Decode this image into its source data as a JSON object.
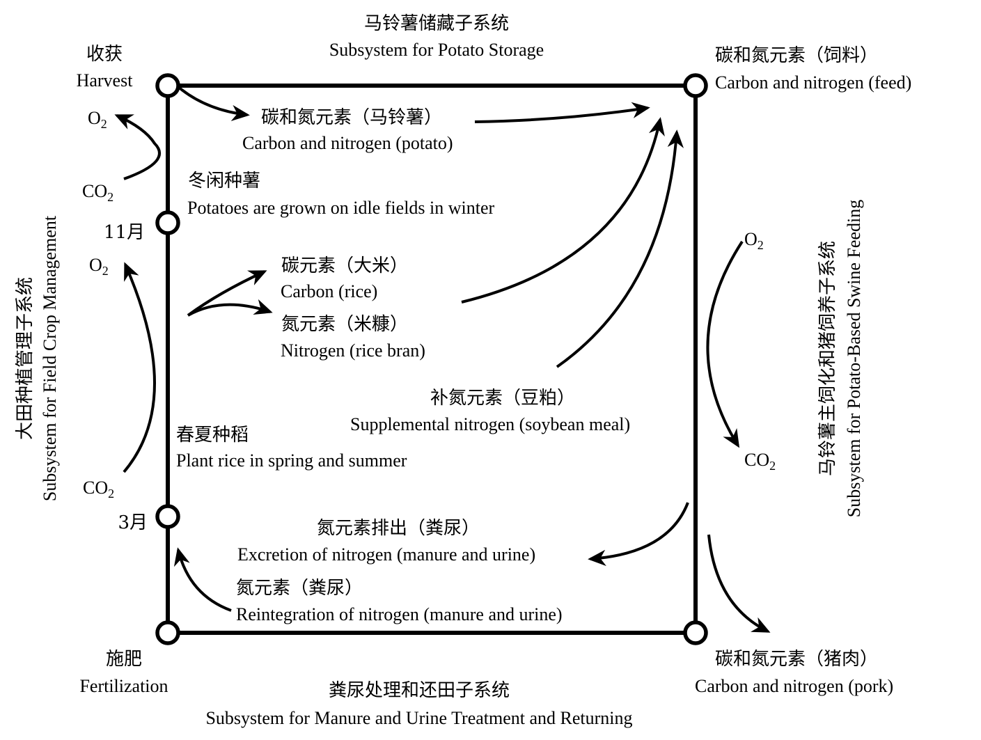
{
  "storage": {
    "cn": "马铃薯储藏子系统",
    "en": "Subsystem for Potato Storage"
  },
  "field": {
    "cn": "大田种植管理子系统",
    "en": "Subsystem for Field Crop Management"
  },
  "swine": {
    "cn": "马铃薯主饲化和猪饲养子系统",
    "en": "Subsystem for Potato-Based Swine Feeding"
  },
  "manure": {
    "cn": "粪尿处理和还田子系统",
    "en": "Subsystem for Manure and Urine Treatment and Returning"
  },
  "corners": {
    "harvest": {
      "cn": "收获",
      "en": "Harvest"
    },
    "feed": {
      "cn": "碳和氮元素（饲料）",
      "en": "Carbon and nitrogen (feed)"
    },
    "fertilization": {
      "cn": "施肥",
      "en": "Fertilization"
    },
    "pork": {
      "cn": "碳和氮元素（猪肉）",
      "en": "Carbon and nitrogen (pork)"
    }
  },
  "months": {
    "nov": "11月",
    "mar": "3月"
  },
  "flows": {
    "potato": {
      "cn": "碳和氮元素（马铃薯）",
      "en": "Carbon and nitrogen (potato)"
    },
    "winter": {
      "cn": "冬闲种薯",
      "en": "Potatoes are grown on idle fields in winter"
    },
    "rice": {
      "cn": "碳元素（大米）",
      "en": "Carbon (rice)"
    },
    "bran": {
      "cn": "氮元素（米糠）",
      "en": "Nitrogen (rice bran)"
    },
    "soybean": {
      "cn": "补氮元素（豆粕）",
      "en": "Supplemental nitrogen (soybean meal)"
    },
    "spring": {
      "cn": "春夏种稻",
      "en": "Plant rice in spring and summer"
    },
    "excretion": {
      "cn": "氮元素排出（粪尿）",
      "en": "Excretion of nitrogen (manure and urine)"
    },
    "reintegration": {
      "cn": "氮元素（粪尿）",
      "en": "Reintegration of nitrogen (manure and urine)"
    }
  },
  "gas": {
    "o2": "O",
    "co2": "CO",
    "sub": "2"
  }
}
